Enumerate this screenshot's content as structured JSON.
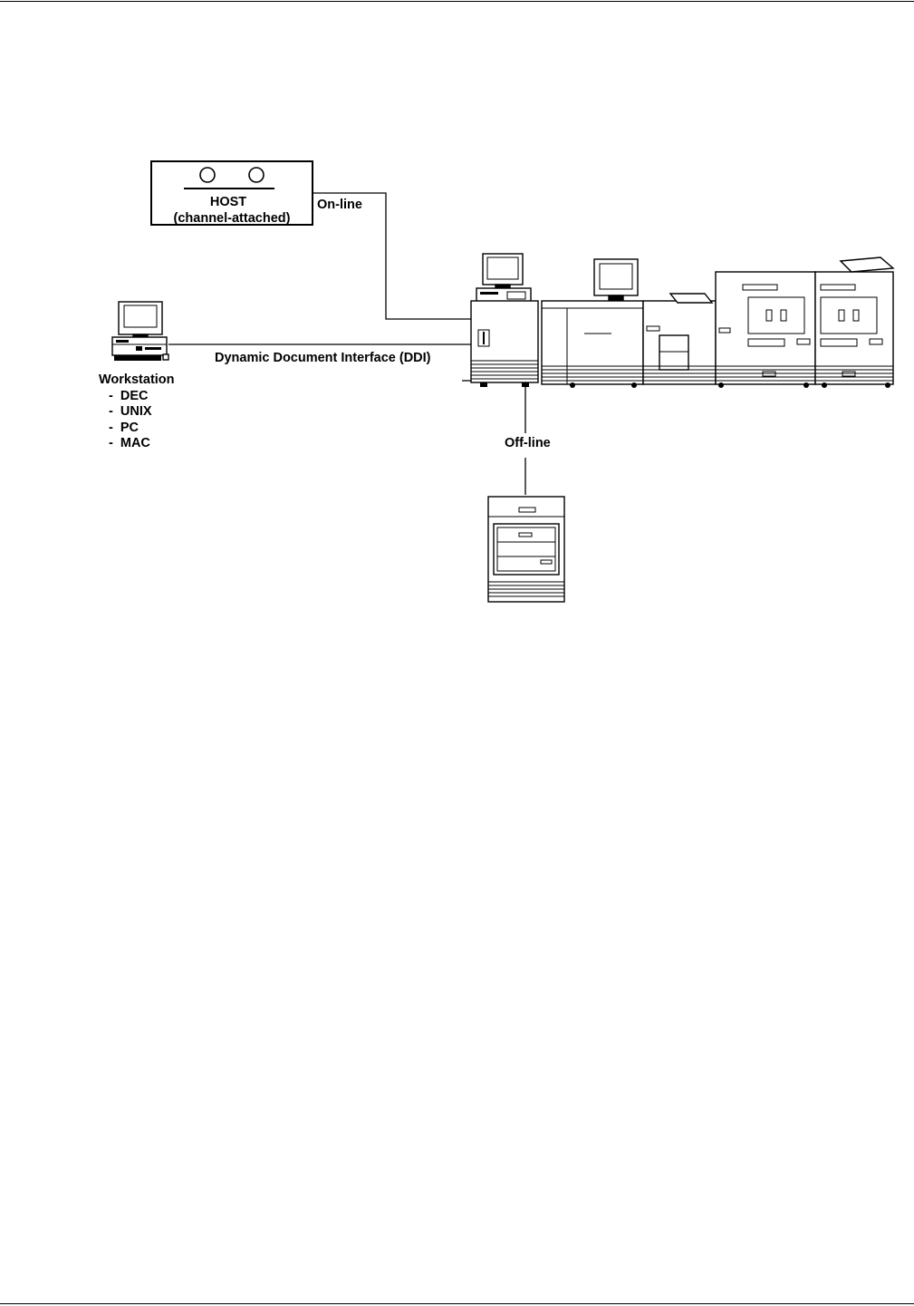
{
  "host": {
    "title": "HOST",
    "subtitle": "(channel-attached)"
  },
  "connections": {
    "online": "On-line",
    "ddi": "Dynamic Document Interface (DDI)",
    "offline": "Off-line"
  },
  "workstation": {
    "title": "Workstation",
    "items": [
      "-  DEC",
      "-  UNIX",
      "-  PC",
      "-  MAC"
    ]
  }
}
